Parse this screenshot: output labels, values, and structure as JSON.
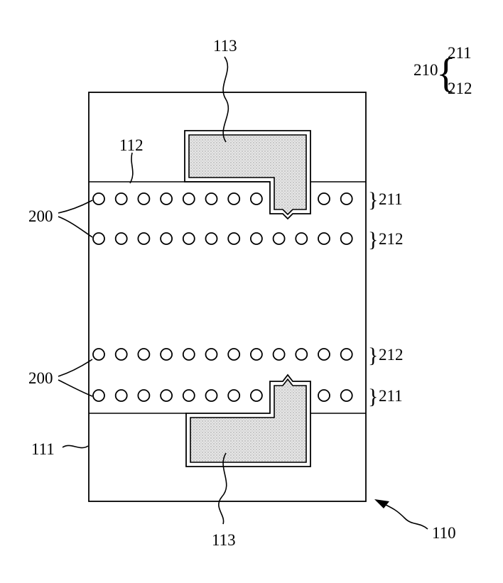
{
  "figure": {
    "labels": {
      "part_113_top": "113",
      "part_113_bottom": "113",
      "part_112": "112",
      "part_111": "111",
      "part_110": "110",
      "part_200_upper": "200",
      "part_200_lower": "200",
      "row_211_top": "211",
      "row_212_top": "212",
      "row_212_bottom": "212",
      "row_211_bottom": "211",
      "legend_210": "210",
      "legend_211": "211",
      "legend_212": "212"
    },
    "rows": {
      "holes_per_row": 12
    },
    "colors": {
      "line": "#000000",
      "pad_fill": "#d8d8d8",
      "background": "#ffffff"
    }
  }
}
